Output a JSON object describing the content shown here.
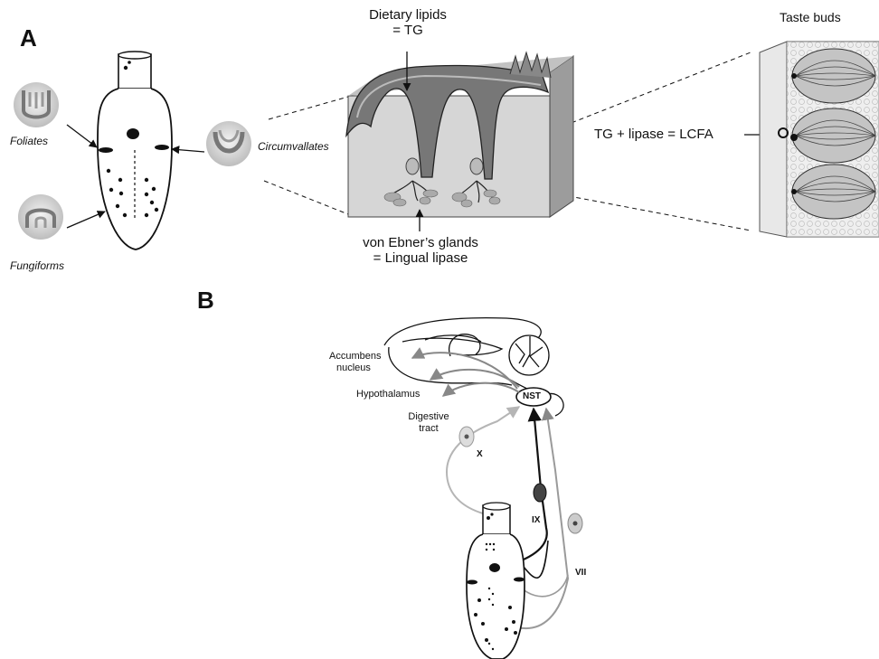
{
  "panelA": {
    "letter": "A",
    "dietary": [
      "Dietary lipids",
      "= TG"
    ],
    "taste_buds": "Taste buds",
    "foliates": "Foliates",
    "circumvallates": "Circumvallates",
    "fungiforms": "Fungiforms",
    "reaction": "TG + lipase = LCFA",
    "ebner": [
      "von Ebner’s glands",
      "= Lingual lipase"
    ]
  },
  "panelB": {
    "letter": "B",
    "accumbens": [
      "Accumbens",
      "nucleus"
    ],
    "hypothalamus": "Hypothalamus",
    "digestive": [
      "Digestive",
      "tract"
    ],
    "nst": "NST",
    "nerve_x": "X",
    "nerve_ix": "IX",
    "nerve_vii": "VII"
  },
  "colors": {
    "ink": "#111111",
    "gray": "#8c8c8c",
    "light": "#bdbdbd",
    "tissue": "#d8d8d8"
  }
}
